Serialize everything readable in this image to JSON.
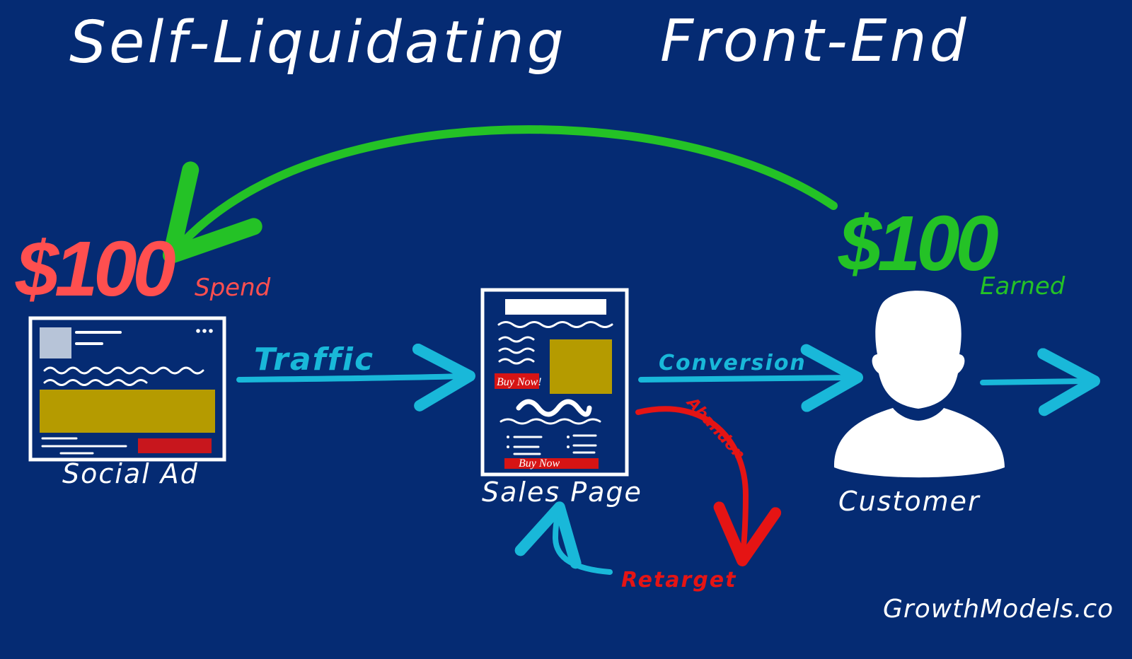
{
  "title": {
    "part1": "Self-Liquidating",
    "part2": "Front-End"
  },
  "left_money": {
    "amount": "$100",
    "note": "Spend"
  },
  "right_money": {
    "amount": "$100",
    "note": "Earned"
  },
  "labels": {
    "social_ad": "Social Ad",
    "traffic": "Traffic",
    "sales_page": "Sales Page",
    "conversion": "Conversion",
    "abandon": "Abandon",
    "retarget": "Retarget",
    "customer": "Customer",
    "buy_now_primary": "Buy Now!",
    "buy_now_secondary": "Buy Now"
  },
  "watermark": "GrowthModels.co",
  "colors": {
    "background": "#052b73",
    "white": "#ffffff",
    "cyan": "#19b8d9",
    "green": "#24c226",
    "red": "#e51414",
    "gold": "#b59b00",
    "pale_block": "#b7c4d8",
    "spend": "#ff4f4f"
  }
}
